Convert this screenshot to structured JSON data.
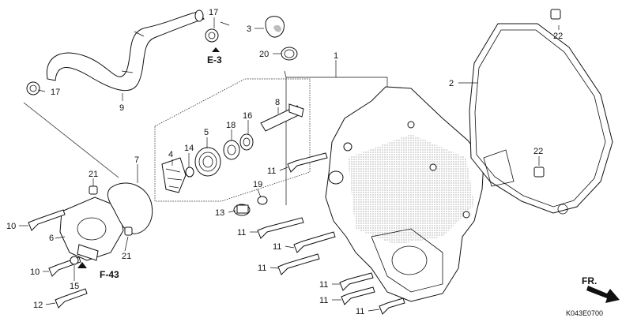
{
  "callouts": {
    "c1": "1",
    "c2": "2",
    "c3": "3",
    "c4": "4",
    "c5": "5",
    "c6": "6",
    "c7": "7",
    "c8": "8",
    "c9": "9",
    "c10": "10",
    "c11": "11",
    "c12": "12",
    "c13": "13",
    "c14": "14",
    "c15": "15",
    "c16": "16",
    "c17": "17",
    "c18": "18",
    "c19": "19",
    "c20": "20",
    "c21": "21",
    "c22": "22"
  },
  "references": {
    "e3": "E-3",
    "f43": "F-43",
    "fr": "FR."
  },
  "diagram_code": "K043E0700"
}
